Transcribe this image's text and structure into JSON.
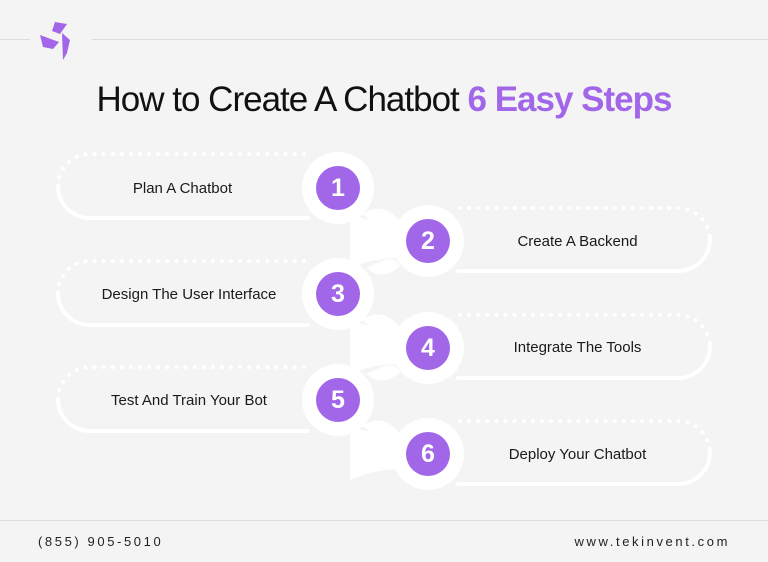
{
  "header": {
    "logo_icon": "pinwheel-logo-icon",
    "title_main": "How to Create A Chatbot",
    "title_accent": "6 Easy Steps"
  },
  "colors": {
    "accent": "#a266e8",
    "background": "#f4f4f4",
    "pill_outline": "#ffffff",
    "text": "#1a1a1a"
  },
  "steps": [
    {
      "number": "1",
      "label": "Plan A Chatbot",
      "side": "left"
    },
    {
      "number": "2",
      "label": "Create A Backend",
      "side": "right"
    },
    {
      "number": "3",
      "label": "Design The User Interface",
      "side": "left"
    },
    {
      "number": "4",
      "label": "Integrate The Tools",
      "side": "right"
    },
    {
      "number": "5",
      "label": "Test And Train Your Bot",
      "side": "left"
    },
    {
      "number": "6",
      "label": "Deploy Your Chatbot",
      "side": "right"
    }
  ],
  "footer": {
    "phone": "(855) 905-5010",
    "website": "www.tekinvent.com"
  }
}
